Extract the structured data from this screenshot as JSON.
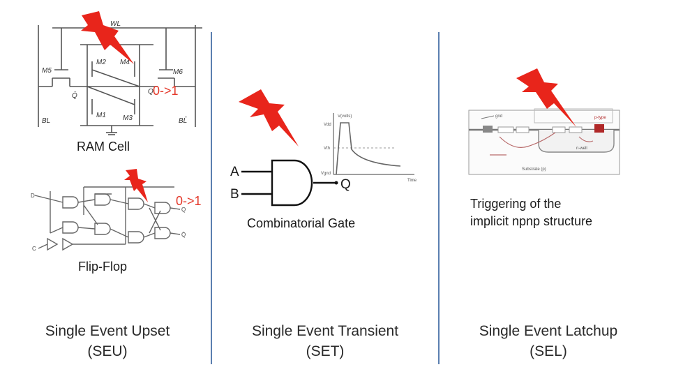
{
  "seu": {
    "ram_label": "RAM Cell",
    "ram_flip": "0->1",
    "ff_label": "Flip-Flop",
    "ff_flip": "0->1",
    "title_line1": "Single Event Upset",
    "title_line2": "(SEU)",
    "ram_nodes": {
      "m5": "M5",
      "m2": "M2",
      "m4": "M4",
      "m6": "M6",
      "m1": "M1",
      "m3": "M3",
      "q": "Q",
      "qbar": "Q̄",
      "bl": "BL",
      "blbar": "BL̄",
      "wl": "WL"
    },
    "ff_pins": {
      "d": "D",
      "c": "C",
      "q": "Q",
      "qbar": "Q̄"
    }
  },
  "set": {
    "in_a": "A",
    "in_b": "B",
    "out_q": "Q",
    "gate_label": "Combinatorial Gate",
    "title_line1": "Single Event Transient",
    "title_line2": "(SET)",
    "plot_ylabel": "V(volts)",
    "plot_vdd": "Vdd",
    "plot_vth": "Vth",
    "plot_vgnd": "Vgnd",
    "plot_xlabel": "Time"
  },
  "sel": {
    "caption_line1": "Triggering of the",
    "caption_line2": "implicit npnp structure",
    "title_line1": "Single Event Latchup",
    "title_line2": "(SEL)",
    "substrate_label": "Substrate (p)",
    "nwell_label": "n-well",
    "pmos_label": "p-type",
    "gnd_label": "gnd"
  },
  "colors": {
    "divider": "#5b7fb0",
    "bolt": "#e8251b",
    "flip_text": "#e4392b",
    "line": "#555555"
  }
}
